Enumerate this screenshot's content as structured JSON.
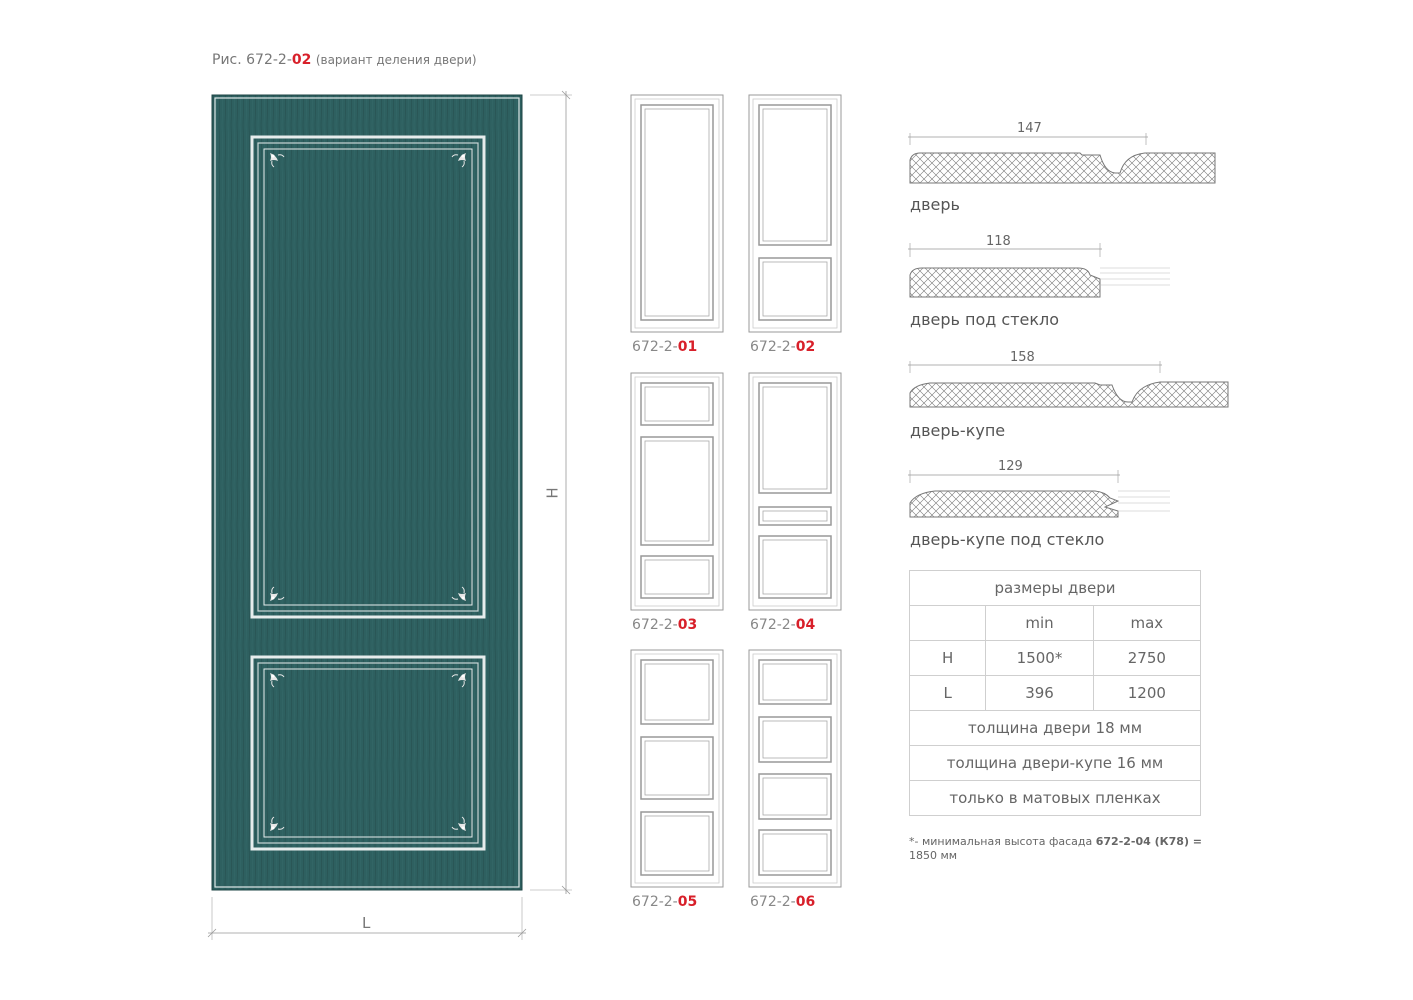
{
  "caption": {
    "prefix": "Рис. 672-2-",
    "number": "02",
    "note": "(вариант деления двери)"
  },
  "door": {
    "dim_height": "H",
    "dim_width": "L",
    "color": "#2d5f5f"
  },
  "thumbnails": [
    {
      "prefix": "672-2-",
      "code": "01"
    },
    {
      "prefix": "672-2-",
      "code": "02"
    },
    {
      "prefix": "672-2-",
      "code": "03"
    },
    {
      "prefix": "672-2-",
      "code": "04"
    },
    {
      "prefix": "672-2-",
      "code": "05"
    },
    {
      "prefix": "672-2-",
      "code": "06"
    }
  ],
  "profiles": [
    {
      "dimension": "147",
      "name": "дверь"
    },
    {
      "dimension": "118",
      "name": "дверь под стекло"
    },
    {
      "dimension": "158",
      "name": "дверь-купе"
    },
    {
      "dimension": "129",
      "name": "дверь-купе под стекло"
    }
  ],
  "sizes_table": {
    "title": "размеры двери",
    "col_min": "min",
    "col_max": "max",
    "rows": [
      {
        "label": "H",
        "min": "1500*",
        "max": "2750"
      },
      {
        "label": "L",
        "min": "396",
        "max": "1200"
      }
    ],
    "notes": [
      "толщина двери 18 мм",
      "толщина двери-купе 16 мм",
      "только в матовых пленках"
    ]
  },
  "footnote": {
    "prefix": "*- минимальная высота фасада ",
    "bold": "672-2-04 (К78) =",
    "suffix": "1850 мм"
  },
  "colors": {
    "accent_red": "#d8202a",
    "door_green": "#2d5f5f",
    "line_gray": "#9a9a9a"
  }
}
